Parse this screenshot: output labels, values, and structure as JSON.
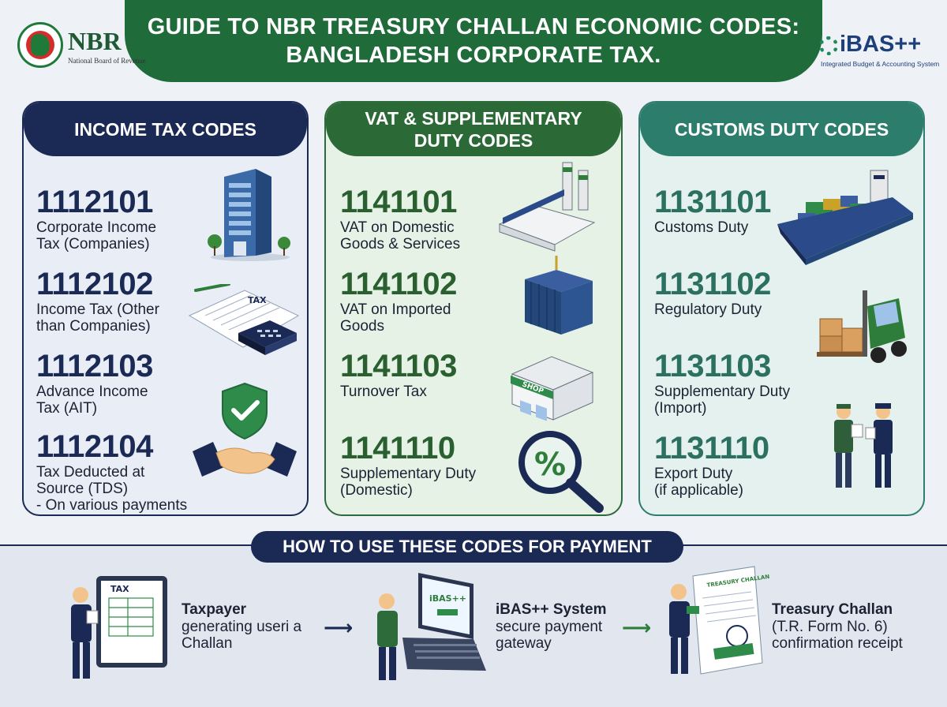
{
  "header": {
    "title_line1": "GUIDE TO NBR TREASURY CHALLAN ECONOMIC CODES:",
    "title_line2": "BANGLADESH CORPORATE TAX."
  },
  "logos": {
    "nbr_name": "NBR",
    "nbr_full": "National Board of Revenue",
    "ibas_name": "iBAS++",
    "ibas_full": "Integrated Budget & Accounting System"
  },
  "panels": {
    "income": {
      "heading": "INCOME TAX CODES",
      "codes": [
        {
          "code": "1112101",
          "line1": "Corporate Income",
          "line2": "Tax (Companies)",
          "line3": ""
        },
        {
          "code": "1112102",
          "line1": "Income Tax (Other",
          "line2": "than Companies)",
          "line3": ""
        },
        {
          "code": "1112103",
          "line1": "Advance Income",
          "line2": "Tax (AIT)",
          "line3": ""
        },
        {
          "code": "1112104",
          "line1": "Tax Deducted at",
          "line2": "Source (TDS)",
          "line3": "- On various payments"
        }
      ],
      "tax_form_label": "TAX"
    },
    "vat": {
      "heading_line1": "VAT & SUPPLEMENTARY",
      "heading_line2": "DUTY CODES",
      "codes": [
        {
          "code": "1141101",
          "line1": "VAT on Domestic",
          "line2": "Goods & Services"
        },
        {
          "code": "1141102",
          "line1": "VAT on Imported",
          "line2": "Goods"
        },
        {
          "code": "1141103",
          "line1": "Turnover Tax",
          "line2": ""
        },
        {
          "code": "1141110",
          "line1": "Supplementary Duty",
          "line2": "(Domestic)"
        }
      ],
      "shop_sign": "SHOP"
    },
    "customs": {
      "heading": "CUSTOMS DUTY CODES",
      "codes": [
        {
          "code": "1131101",
          "line1": "Customs Duty",
          "line2": ""
        },
        {
          "code": "1131102",
          "line1": "Regulatory Duty",
          "line2": ""
        },
        {
          "code": "1131103",
          "line1": "Supplementary Duty",
          "line2": "(Import)"
        },
        {
          "code": "1131110",
          "line1": "Export Duty",
          "line2": "(if applicable)"
        }
      ]
    }
  },
  "how_to": {
    "heading": "HOW TO USE THESE CODES FOR PAYMENT",
    "steps": [
      {
        "title": "Taxpayer",
        "line1": "generating useri a",
        "line2": "Challan",
        "screen_label": "TAX"
      },
      {
        "title": "iBAS++ System",
        "line1": "secure payment",
        "line2": "gateway",
        "screen_label": "iBAS++"
      },
      {
        "title": "Treasury Challan",
        "line1": "(T.R. Form No. 6)",
        "line2": "confirmation receipt",
        "screen_label": "TREASURY CHALLAN"
      }
    ]
  },
  "colors": {
    "navy": "#1b2a55",
    "green": "#2b6a36",
    "teal": "#2c7d6c",
    "title_green": "#1f6b3a"
  }
}
